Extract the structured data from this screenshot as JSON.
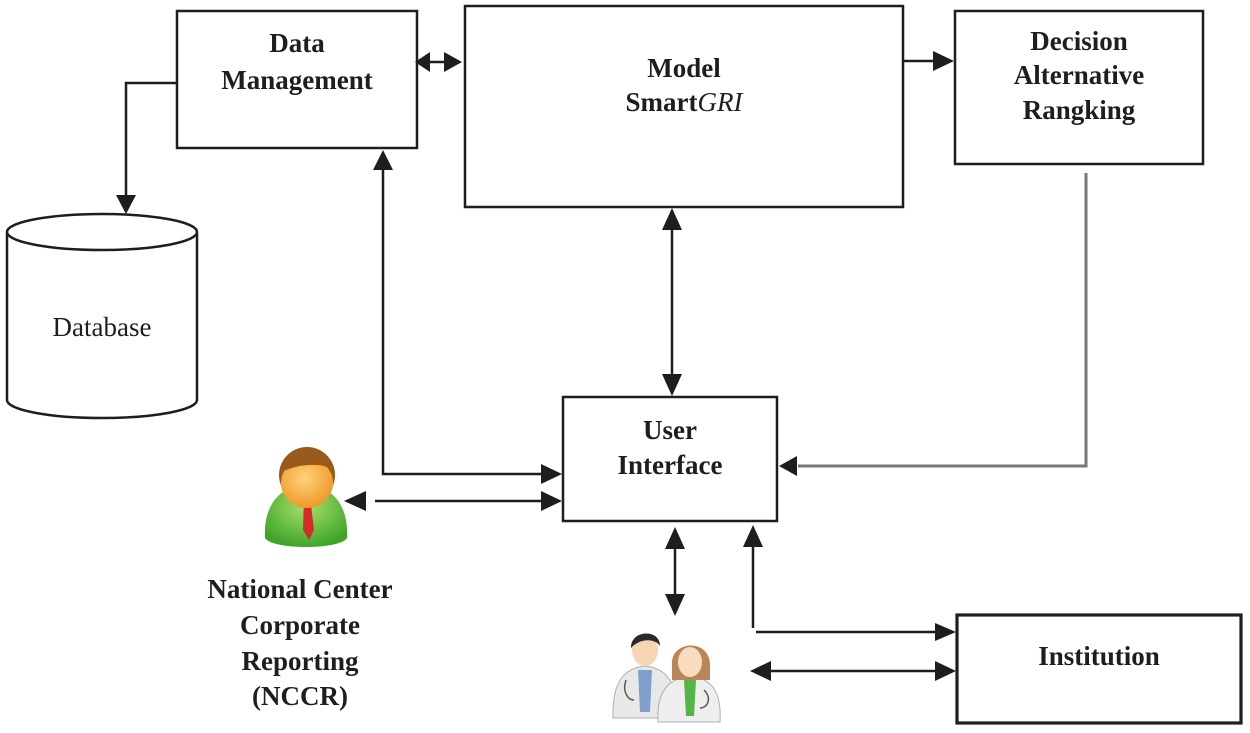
{
  "diagram": {
    "title": "SmartGRI system architecture",
    "nodes": {
      "data_management": {
        "line1": "Data",
        "line2": "Management"
      },
      "model": {
        "line1": "Model",
        "line2_plain": "Smart",
        "line2_italic": "GRI"
      },
      "decision": {
        "line1": "Decision",
        "line2": "Alternative",
        "line3": "Rangking"
      },
      "database": {
        "label": "Database"
      },
      "user_interface": {
        "line1": "User",
        "line2": "Interface"
      },
      "institution": {
        "label": "Institution"
      },
      "nccr": {
        "line1": "National Center",
        "line2": "Corporate",
        "line3": "Reporting",
        "line4": "(NCCR)"
      }
    },
    "icons": {
      "nccr_actor": "businessman-user-icon",
      "users_actor": "doctors-user-group-icon"
    },
    "edges": [
      {
        "from": "Data Management",
        "to": "Model SmartGRI",
        "type": "bidirectional"
      },
      {
        "from": "Model SmartGRI",
        "to": "Decision Alternative Rangking",
        "type": "directed"
      },
      {
        "from": "Data Management",
        "to": "Database",
        "type": "directed"
      },
      {
        "from": "Model SmartGRI",
        "to": "User Interface",
        "type": "bidirectional"
      },
      {
        "from": "Decision Alternative Rangking",
        "to": "User Interface",
        "type": "directed"
      },
      {
        "from": "Data Management",
        "to": "User Interface",
        "type": "bidirectional"
      },
      {
        "from": "NCCR",
        "to": "User Interface",
        "type": "bidirectional"
      },
      {
        "from": "User Interface",
        "to": "Users",
        "type": "bidirectional"
      },
      {
        "from": "Institution",
        "to": "User Interface",
        "type": "bidirectional"
      },
      {
        "from": "Users",
        "to": "Institution",
        "type": "bidirectional"
      }
    ],
    "colors": {
      "stroke": "#1e1e1e",
      "gray_connector": "#777777",
      "nccr_body": "#5fc23c",
      "nccr_head": "#f4a63a",
      "nccr_hair": "#9a5a1c",
      "nccr_tie": "#d42b2b"
    }
  }
}
